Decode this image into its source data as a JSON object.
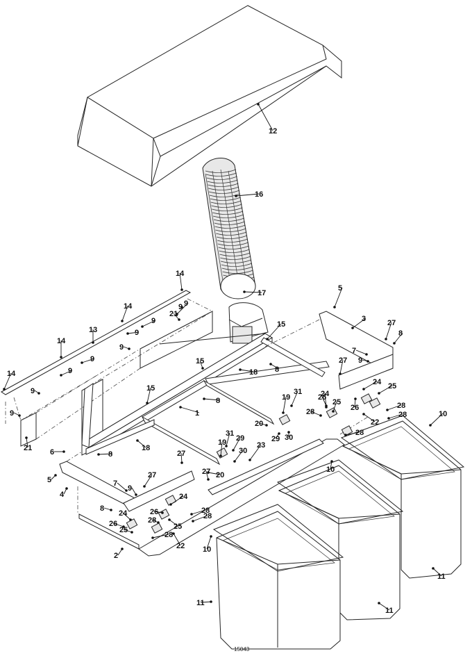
{
  "figure_id": "15043",
  "callouts": [
    {
      "id": "c12",
      "label": "12"
    },
    {
      "id": "c16",
      "label": "16"
    },
    {
      "id": "c17",
      "label": "17"
    },
    {
      "id": "c14a",
      "label": "14"
    },
    {
      "id": "c14b",
      "label": "14"
    },
    {
      "id": "c14c",
      "label": "14"
    },
    {
      "id": "c14d",
      "label": "14"
    },
    {
      "id": "c13",
      "label": "13"
    },
    {
      "id": "c9a",
      "label": "9"
    },
    {
      "id": "c9b",
      "label": "9"
    },
    {
      "id": "c9c",
      "label": "9"
    },
    {
      "id": "c9d",
      "label": "9"
    },
    {
      "id": "c9e",
      "label": "9"
    },
    {
      "id": "c9f",
      "label": "9"
    },
    {
      "id": "c9g",
      "label": "9"
    },
    {
      "id": "c9h",
      "label": "9"
    },
    {
      "id": "c9i",
      "label": "9"
    },
    {
      "id": "c9j",
      "label": "9"
    },
    {
      "id": "c9k",
      "label": "9"
    },
    {
      "id": "c21a",
      "label": "21"
    },
    {
      "id": "c21b",
      "label": "21"
    },
    {
      "id": "c15a",
      "label": "15"
    },
    {
      "id": "c15b",
      "label": "15"
    },
    {
      "id": "c15c",
      "label": "15"
    },
    {
      "id": "c5a",
      "label": "5"
    },
    {
      "id": "c5b",
      "label": "5"
    },
    {
      "id": "c3",
      "label": "3"
    },
    {
      "id": "c27a",
      "label": "27"
    },
    {
      "id": "c27b",
      "label": "27"
    },
    {
      "id": "c27c",
      "label": "27"
    },
    {
      "id": "c27d",
      "label": "27"
    },
    {
      "id": "c27e",
      "label": "27"
    },
    {
      "id": "c8a",
      "label": "8"
    },
    {
      "id": "c8b",
      "label": "8"
    },
    {
      "id": "c8c",
      "label": "8"
    },
    {
      "id": "c8d",
      "label": "8"
    },
    {
      "id": "c8e",
      "label": "8"
    },
    {
      "id": "c7a",
      "label": "7"
    },
    {
      "id": "c7b",
      "label": "7"
    },
    {
      "id": "c18a",
      "label": "18"
    },
    {
      "id": "c18b",
      "label": "18"
    },
    {
      "id": "c1",
      "label": "1"
    },
    {
      "id": "c6",
      "label": "6"
    },
    {
      "id": "c4",
      "label": "4"
    },
    {
      "id": "c2",
      "label": "2"
    },
    {
      "id": "c19a",
      "label": "19"
    },
    {
      "id": "c19b",
      "label": "19"
    },
    {
      "id": "c31a",
      "label": "31"
    },
    {
      "id": "c31b",
      "label": "31"
    },
    {
      "id": "c20a",
      "label": "20"
    },
    {
      "id": "c20b",
      "label": "20"
    },
    {
      "id": "c29a",
      "label": "29"
    },
    {
      "id": "c29b",
      "label": "29"
    },
    {
      "id": "c30a",
      "label": "30"
    },
    {
      "id": "c30b",
      "label": "30"
    },
    {
      "id": "c23",
      "label": "23"
    },
    {
      "id": "c26a",
      "label": "26"
    },
    {
      "id": "c26b",
      "label": "26"
    },
    {
      "id": "c26c",
      "label": "26"
    },
    {
      "id": "c26d",
      "label": "26"
    },
    {
      "id": "c24a",
      "label": "24"
    },
    {
      "id": "c24b",
      "label": "24"
    },
    {
      "id": "c24c",
      "label": "24"
    },
    {
      "id": "c24d",
      "label": "24"
    },
    {
      "id": "c25a",
      "label": "25"
    },
    {
      "id": "c25b",
      "label": "25"
    },
    {
      "id": "c25c",
      "label": "25"
    },
    {
      "id": "c25d",
      "label": "25"
    },
    {
      "id": "c28a",
      "label": "28"
    },
    {
      "id": "c28b",
      "label": "28"
    },
    {
      "id": "c28c",
      "label": "28"
    },
    {
      "id": "c28d",
      "label": "28"
    },
    {
      "id": "c28e",
      "label": "28"
    },
    {
      "id": "c28f",
      "label": "28"
    },
    {
      "id": "c28g",
      "label": "28"
    },
    {
      "id": "c28h",
      "label": "28"
    },
    {
      "id": "c22a",
      "label": "22"
    },
    {
      "id": "c22b",
      "label": "22"
    },
    {
      "id": "c10a",
      "label": "10"
    },
    {
      "id": "c10b",
      "label": "10"
    },
    {
      "id": "c10c",
      "label": "10"
    },
    {
      "id": "c11a",
      "label": "11"
    },
    {
      "id": "c11b",
      "label": "11"
    },
    {
      "id": "c11c",
      "label": "11"
    }
  ]
}
